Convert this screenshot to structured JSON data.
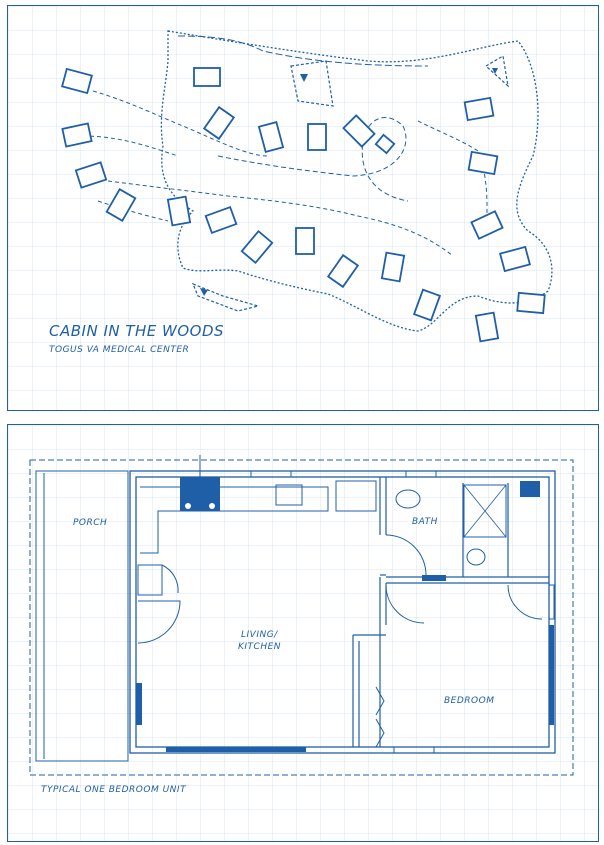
{
  "site_plan": {
    "title": "CABIN IN THE WOODS",
    "subtitle": "TOGUS VA MEDICAL CENTER"
  },
  "floor_plan": {
    "caption": "TYPICAL ONE BEDROOM UNIT",
    "rooms": {
      "porch": "PORCH",
      "bath": "BATH",
      "living_line1": "LIVING/",
      "living_line2": "KITCHEN",
      "bedroom": "BEDROOM"
    }
  },
  "colors": {
    "ink": "#1f5fa8",
    "grid": "#d7e6f4",
    "fill": "#1f5fa8"
  }
}
